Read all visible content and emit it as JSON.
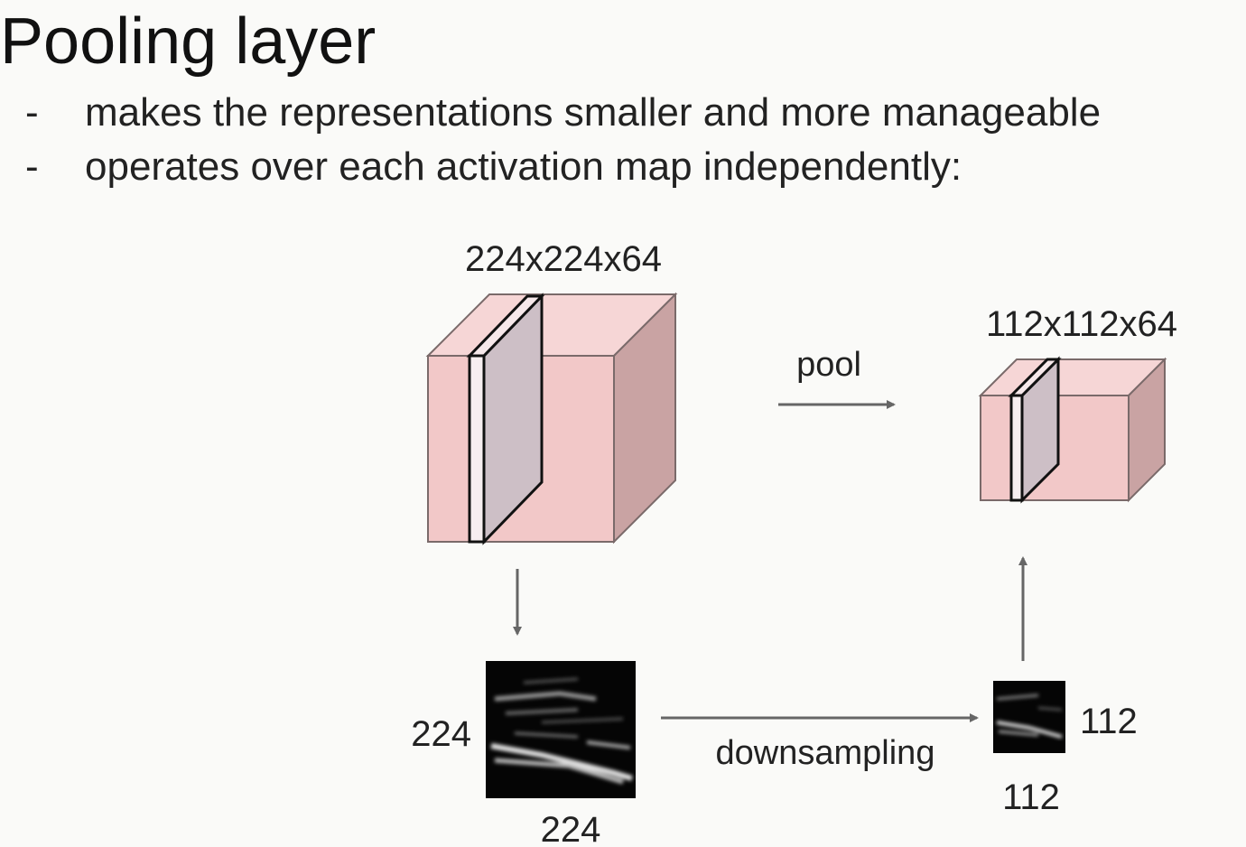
{
  "slide": {
    "title": "Pooling layer",
    "bullets": [
      {
        "marker": "-",
        "text": "makes the representations smaller and more manageable"
      },
      {
        "marker": "-",
        "text": "operates over each activation map independently:"
      }
    ]
  },
  "diagram": {
    "input_volume_label": "224x224x64",
    "output_volume_label": "112x112x64",
    "pool_label": "pool",
    "downsampling_label": "downsampling",
    "input_map_height_label": "224",
    "input_map_width_label": "224",
    "output_map_height_label": "112",
    "output_map_width_label": "112",
    "colors": {
      "volume_front": "#f2c8c8",
      "volume_top": "#f6d6d6",
      "volume_side": "#c9a3a3",
      "slice": "#cdbfc6",
      "arrow": "#666666"
    }
  }
}
